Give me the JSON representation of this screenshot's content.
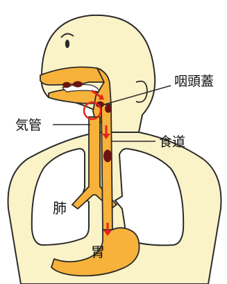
{
  "labels": {
    "epiglottis": "咽頭蓋",
    "trachea": "気管",
    "esophagus": "食道",
    "lung": "肺",
    "stomach": "胃"
  },
  "colors": {
    "skin": "#FBF3C8",
    "outline": "#2B2B2B",
    "tract": "#F6B23A",
    "bolus": "#6B1412",
    "arrow": "#E8231E",
    "lung": "#FFFFFF",
    "circle": "#E8231E"
  },
  "icons": {
    "food_bolus": "food-bolus-icon",
    "flow_arrow": "down-arrow-icon",
    "highlight": "red-circle-highlight"
  }
}
